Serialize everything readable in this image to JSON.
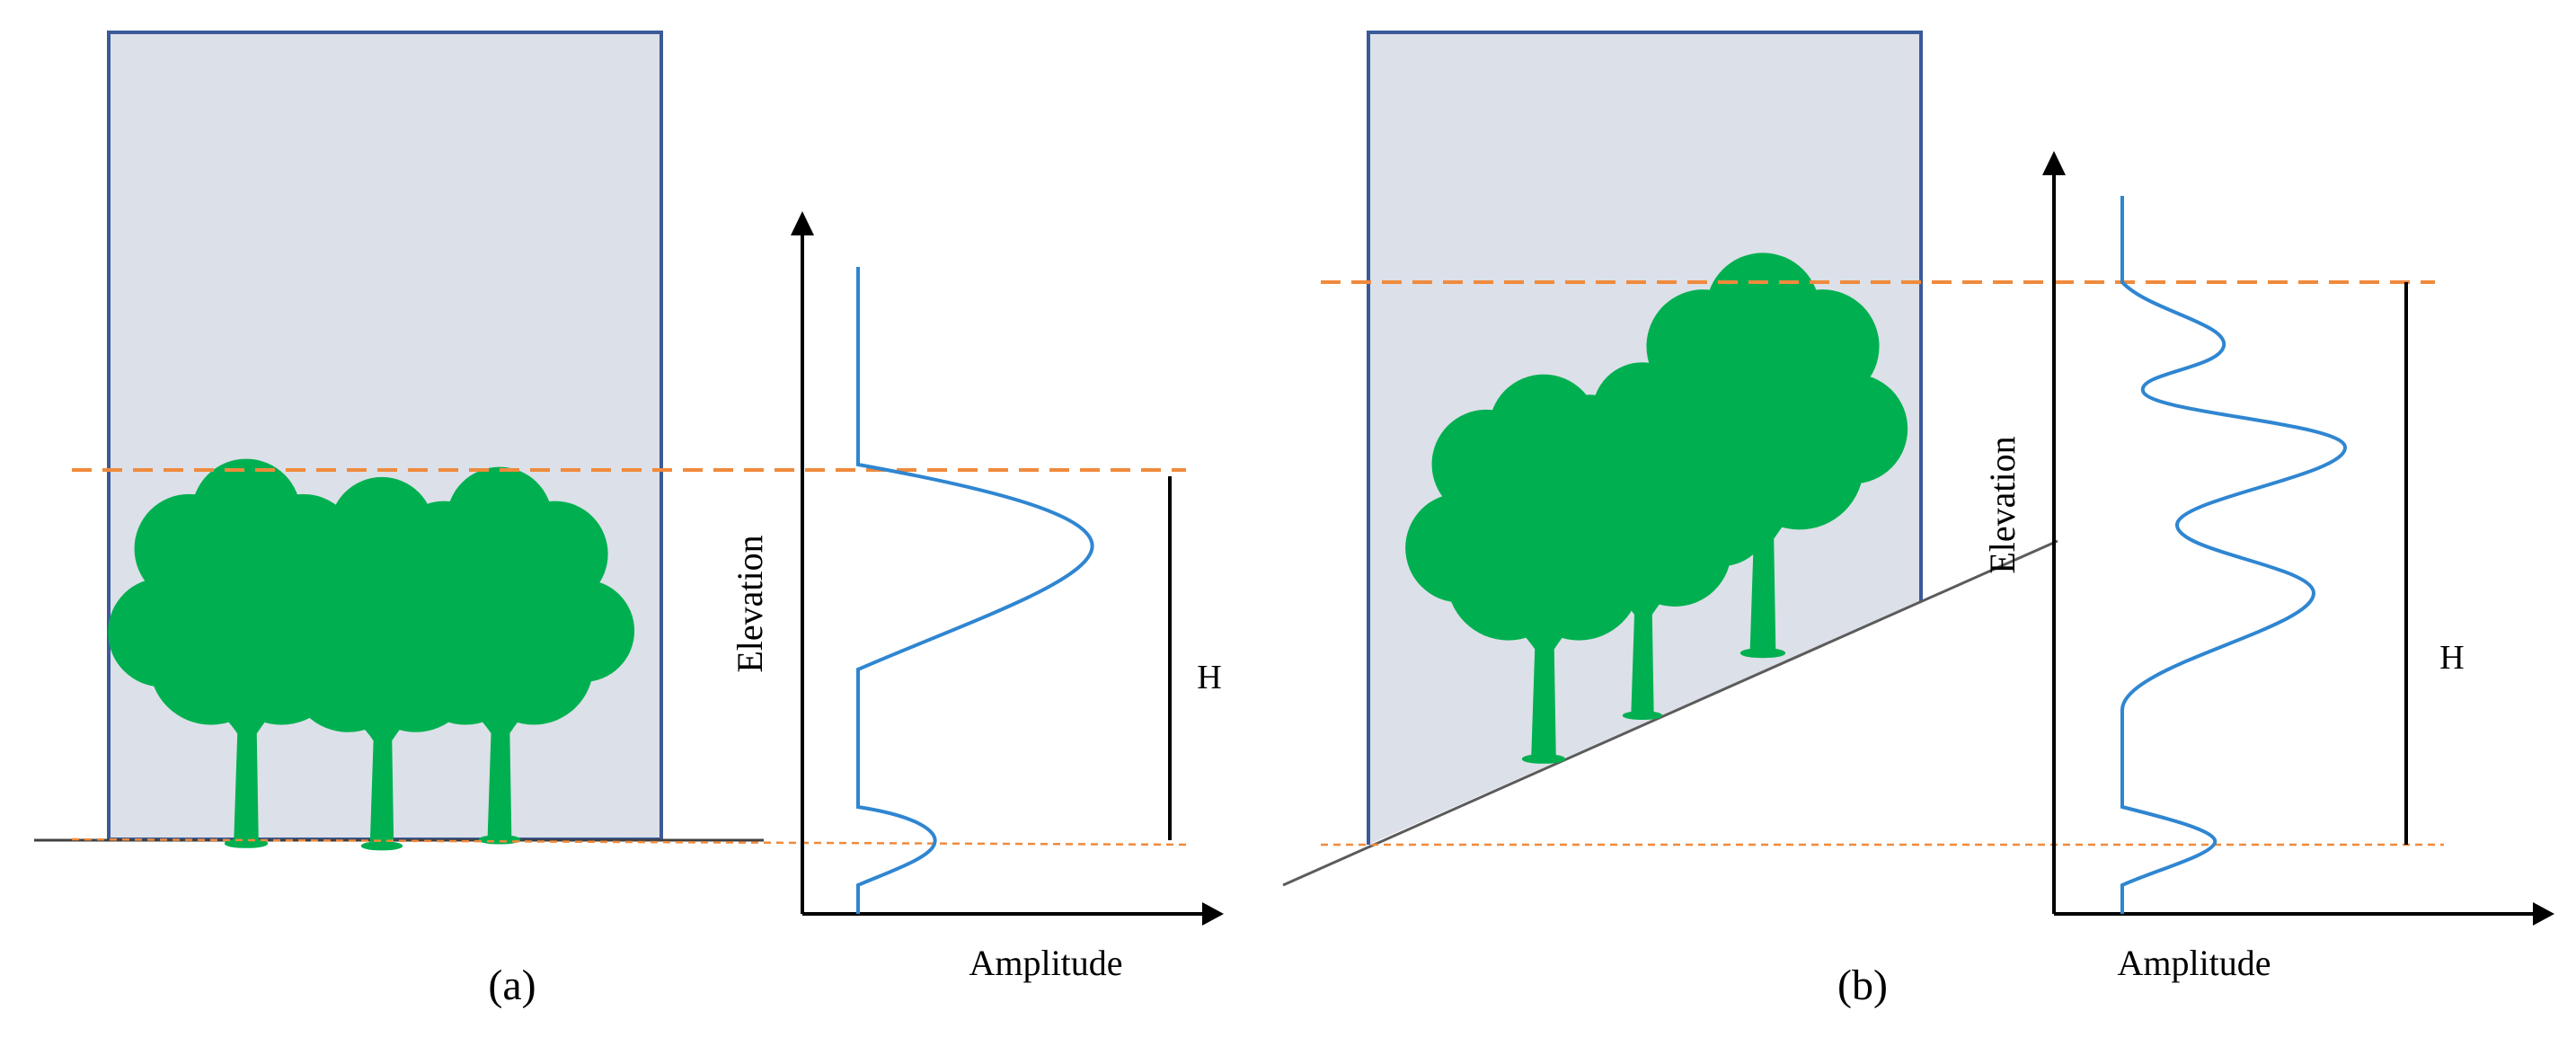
{
  "colors": {
    "background": "#ffffff",
    "footprint_fill": "#dce0e8",
    "footprint_stroke": "#3a5a9a",
    "tree_green": "#00b050",
    "waveform_blue": "#2f86d1",
    "boundary_orange": "#f08a3c",
    "axis_black": "#000000",
    "ground_gray": "#5b5b5b"
  },
  "panel_a": {
    "caption": "(a)",
    "y_axis_label": "Elevation",
    "x_axis_label": "Amplitude",
    "height_label": "H",
    "terrain": "flat",
    "tree_count": 3
  },
  "panel_b": {
    "caption": "(b)",
    "y_axis_label": "Elevation",
    "x_axis_label": "Amplitude",
    "height_label": "H",
    "terrain": "sloped",
    "tree_count": 3
  }
}
